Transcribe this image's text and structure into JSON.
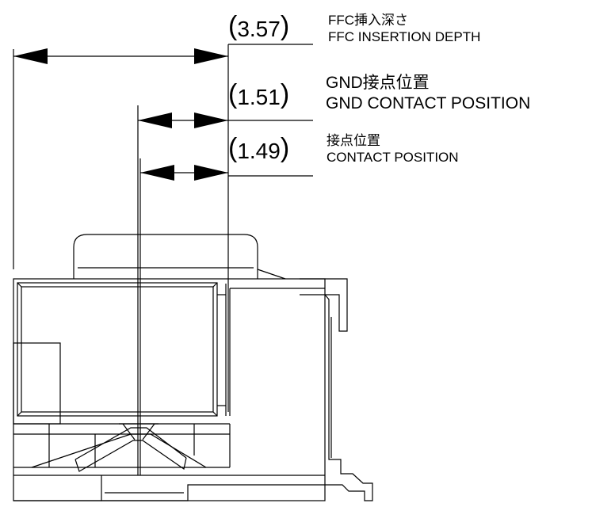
{
  "dimensions": [
    {
      "value": "3.57",
      "label_ja": "FFC挿入深さ",
      "label_en": "FFC INSERTION DEPTH"
    },
    {
      "value": "1.51",
      "label_ja": "GND接点位置",
      "label_en": "GND CONTACT POSITION"
    },
    {
      "value": "1.49",
      "label_ja": "接点位置",
      "label_en": "CONTACT POSITION"
    }
  ],
  "colors": {
    "line": "#000000",
    "background": "#ffffff"
  }
}
